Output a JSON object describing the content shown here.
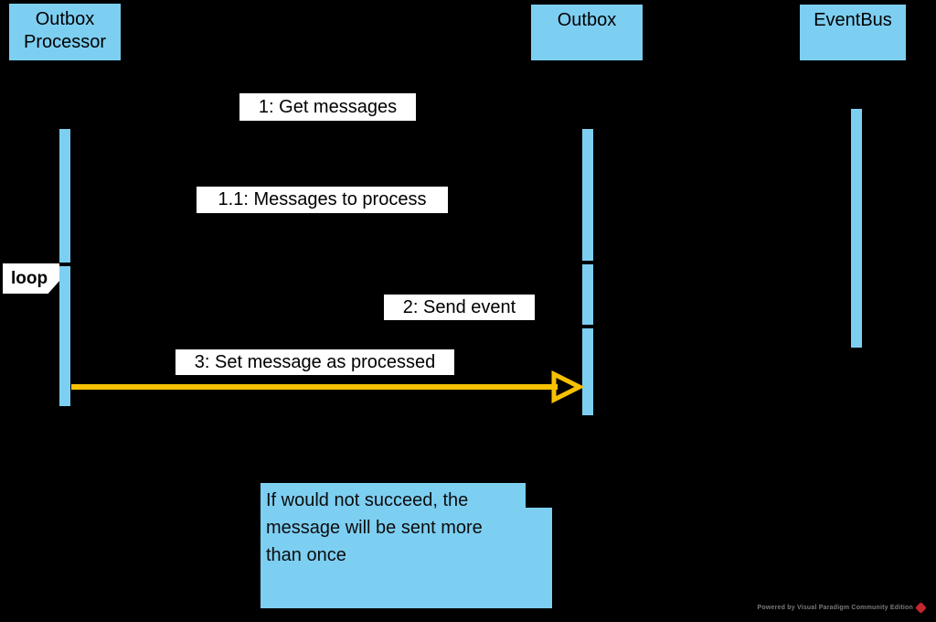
{
  "diagram": {
    "type": "uml-sequence-diagram",
    "background_color": "#000000",
    "participants": [
      {
        "id": "outbox-processor",
        "label": "Outbox\nProcessor"
      },
      {
        "id": "outbox",
        "label": "Outbox"
      },
      {
        "id": "eventbus",
        "label": "EventBus"
      }
    ],
    "messages": [
      {
        "seq": "1",
        "label": "1: Get messages",
        "from": "outbox-processor",
        "to": "outbox"
      },
      {
        "seq": "1.1",
        "label": "1.1: Messages to process",
        "from": "outbox",
        "to": "outbox-processor"
      },
      {
        "seq": "2",
        "label": "2: Send event",
        "from": "outbox-processor",
        "to": "eventbus"
      },
      {
        "seq": "3",
        "label": "3: Set message as processed",
        "from": "outbox-processor",
        "to": "outbox",
        "highlighted": true
      }
    ],
    "fragment": {
      "label": "loop"
    },
    "note": {
      "text": "If would not succeed, the\nmessage will be sent more\nthan once"
    },
    "colors": {
      "participant_fill": "#7DCFF2",
      "activation_fill": "#7DCFF2",
      "note_fill": "#7DCFF2",
      "label_background": "#FFFFFF",
      "highlight_arrow": "#F7C100",
      "watermark_logo": "#C4262E"
    }
  },
  "footer": {
    "watermark": "Powered by Visual Paradigm Community Edition"
  }
}
